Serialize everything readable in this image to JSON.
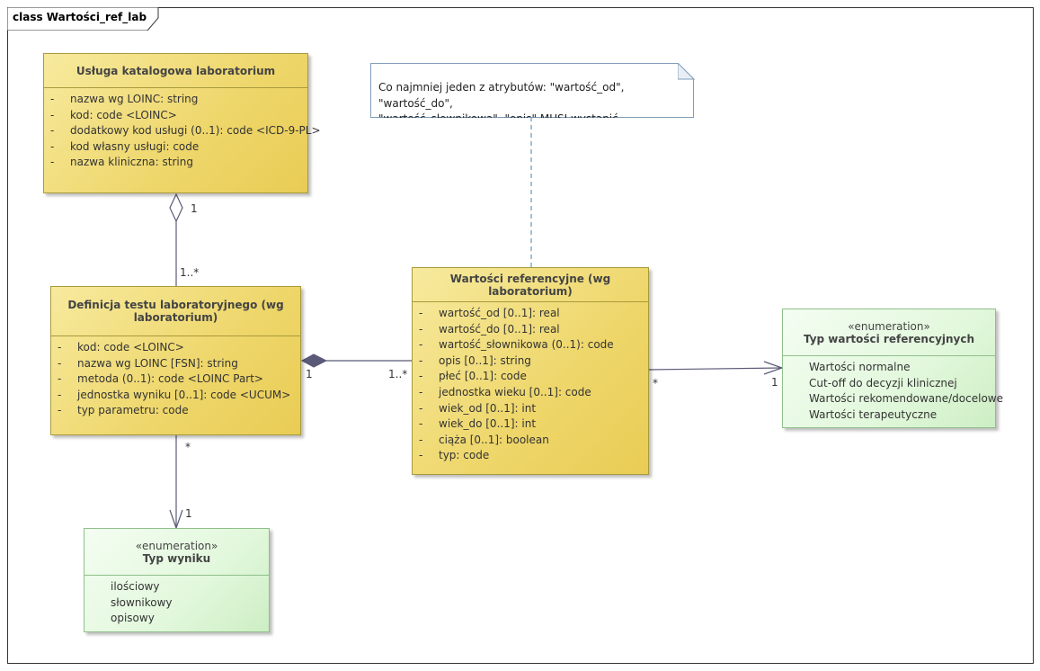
{
  "frame": {
    "title": "class Wartości_ref_lab"
  },
  "note": {
    "line1": "Co najmniej jeden z atrybutów: \"wartość_od\", \"wartość_do\",",
    "line2": "\"wartość_słownikowa\", \"opis\" MUSI wystąpić."
  },
  "classes": {
    "usluga": {
      "name": "Usługa katalogowa laboratorium",
      "attributes": [
        "nazwa wg LOINC: string",
        "kod: code <LOINC>",
        "dodatkowy kod usługi (0..1): code <ICD-9-PL>",
        "kod własny usługi: code",
        "nazwa kliniczna: string"
      ]
    },
    "definicja": {
      "name_line1": "Definicja testu laboratoryjnego (wg",
      "name_line2": "laboratorium)",
      "attributes": [
        "kod: code <LOINC>",
        "nazwa wg LOINC [FSN]: string",
        "metoda (0..1): code <LOINC Part>",
        "jednostka wyniku [0..1]: code <UCUM>",
        "typ parametru: code"
      ]
    },
    "wartosci": {
      "name": "Wartości referencyjne (wg laboratorium)",
      "attributes": [
        "wartość_od [0..1]: real",
        "wartość_do [0..1]: real",
        "wartość_słownikowa (0..1): code",
        "opis [0..1]: string",
        "płeć [0..1]: code",
        "jednostka wieku [0..1]: code",
        "wiek_od [0..1]: int",
        "wiek_do [0..1]: int",
        "ciąża [0..1]: boolean",
        "typ: code"
      ]
    }
  },
  "enums": {
    "typ_wartosci": {
      "stereotype": "«enumeration»",
      "name": "Typ wartości referencyjnych",
      "literals": [
        "Wartości normalne",
        "Cut-off do decyzji klinicznej",
        "Wartości rekomendowane/docelowe",
        "Wartości terapeutyczne"
      ]
    },
    "typ_wyniku": {
      "stereotype": "«enumeration»",
      "name": "Typ wyniku",
      "literals": [
        "ilościowy",
        "słownikowy",
        "opisowy"
      ]
    }
  },
  "multiplicities": {
    "usluga_agg_whole": "1",
    "usluga_agg_part": "1..*",
    "comp_whole": "1",
    "comp_part": "1..*",
    "wart_to_enum_src": "*",
    "wart_to_enum_dst": "1",
    "def_to_wynik_src": "*",
    "def_to_wynik_dst": "1"
  },
  "colors": {
    "class_fill": "#eed66a",
    "enum_fill": "#e2f8dc",
    "line": "#5a5a78",
    "note_link": "#4a7fb5"
  }
}
